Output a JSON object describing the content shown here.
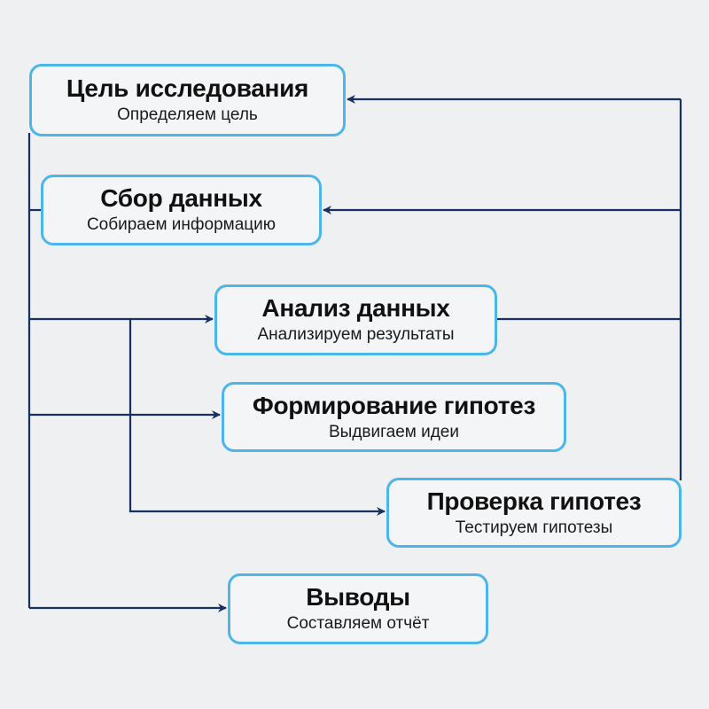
{
  "colors": {
    "line": "#16305f",
    "border": "#4cb6ea",
    "background": "#eff0f2"
  },
  "nodes": [
    {
      "title": "Цель исследования",
      "subtitle": "Определяем цель"
    },
    {
      "title": "Сбор данных",
      "subtitle": "Собираем информацию"
    },
    {
      "title": "Анализ данных",
      "subtitle": "Анализируем результаты"
    },
    {
      "title": "Формирование гипотез",
      "subtitle": "Выдвигаем идеи"
    },
    {
      "title": "Проверка гипотез",
      "subtitle": "Тестируем гипотезы"
    },
    {
      "title": "Выводы",
      "subtitle": "Составляем отчёт"
    }
  ]
}
